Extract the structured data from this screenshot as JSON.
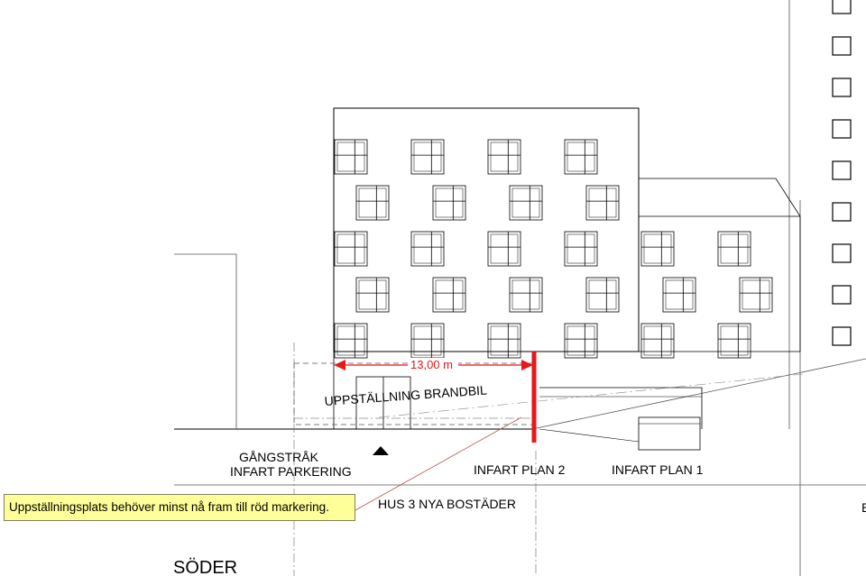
{
  "labels": {
    "dimension": "13,00 m",
    "uppstallning": "UPPSTÄLLNING BRANDBIL",
    "gangstrak": "GÅNGSTRÅK",
    "infart_parkering": "INFART PARKERING",
    "infart_plan_2": "INFART PLAN 2",
    "infart_plan_1": "INFART PLAN 1",
    "hus3": "HUS 3 NYA BOSTÄDER",
    "soder": "SÖDER",
    "edge_letter": "B"
  },
  "note": {
    "text": "Uppställningsplats behöver minst nå fram till röd markering."
  },
  "colors": {
    "line": "#000000",
    "light_line": "#888888",
    "red": "#e81818",
    "note_bg": "#ffff99"
  }
}
